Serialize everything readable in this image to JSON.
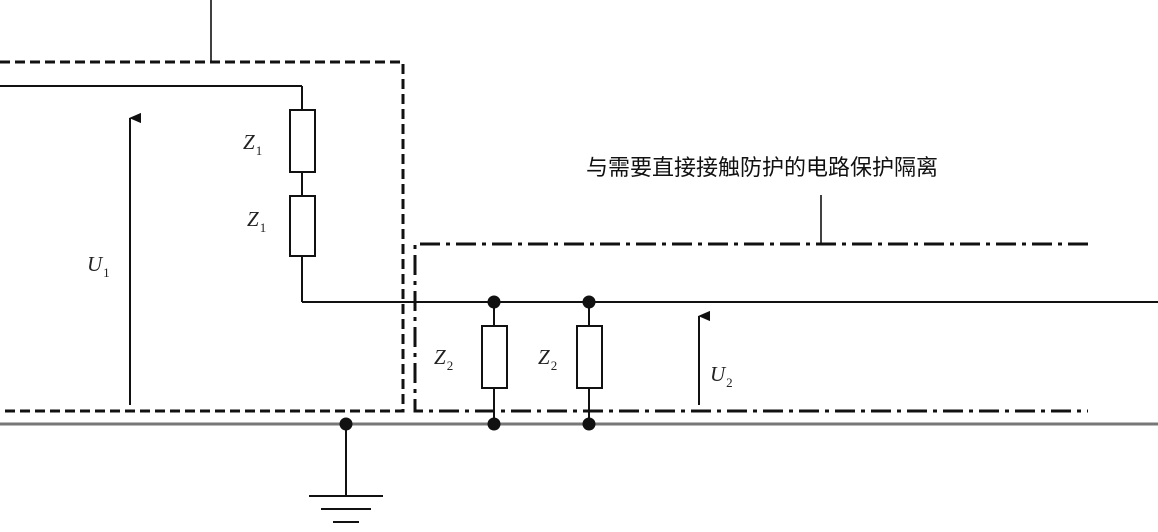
{
  "labels": {
    "z1_top": {
      "main": "Z",
      "sub": "1"
    },
    "z1_bottom": {
      "main": "Z",
      "sub": "1"
    },
    "u1": {
      "main": "U",
      "sub": "1"
    },
    "z2_left": {
      "main": "Z",
      "sub": "2"
    },
    "z2_right": {
      "main": "Z",
      "sub": "2"
    },
    "u2": {
      "main": "U",
      "sub": "2"
    }
  },
  "caption": "与需要直接接触防护的电路保护隔离"
}
